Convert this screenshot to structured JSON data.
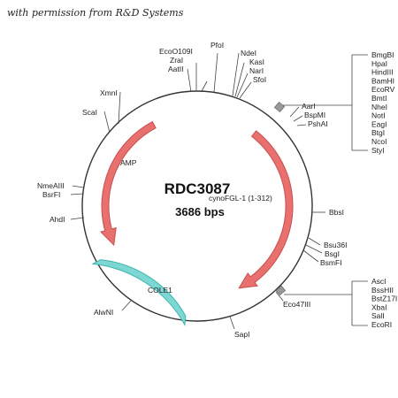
{
  "credit": "with permission from R&D Systems",
  "plasmid": {
    "name": "RDC3087",
    "size": "3686 bps"
  },
  "features": {
    "insert": "cynoFGL-1 (1-312)",
    "amp": "AMP",
    "cole1": "COLE1"
  },
  "sites": {
    "ecoo109i": "EcoO109I",
    "zrai": "ZraI",
    "aatii": "AatII",
    "pfoi": "PfoI",
    "ndei": "NdeI",
    "kasi": "KasI",
    "nari": "NarI",
    "sfoi": "SfoI",
    "aari": "AarI",
    "bspmi": "BspMI",
    "psha1": "PshAI",
    "xmni": "XmnI",
    "scai": "ScaI",
    "nmeaiii": "NmeAIII",
    "bsrfi": "BsrFI",
    "ahdi": "AhdI",
    "alwni": "AlwNI",
    "sapi": "SapI",
    "eco47iii": "Eco47III",
    "bbsi": "BbsI",
    "bsu36i": "Bsu36I",
    "bsgi": "BsgI",
    "bsmfi": "BsmFI"
  },
  "mcs_top": [
    "BmgBI",
    "HpaI",
    "HindIII",
    "BamHI",
    "EcoRV",
    "BmtI",
    "NheI",
    "NotI",
    "EagI",
    "BtgI",
    "NcoI",
    "StyI"
  ],
  "mcs_bottom": [
    "AscI",
    "BssHII",
    "BstZ17I",
    "XbaI",
    "SalI",
    "EcoRI"
  ],
  "colors": {
    "arrow": "#e8706f",
    "arrow_stroke": "#c94f4e",
    "cole1": "#7dd8d4",
    "cole1_stroke": "#3fb3ae"
  }
}
